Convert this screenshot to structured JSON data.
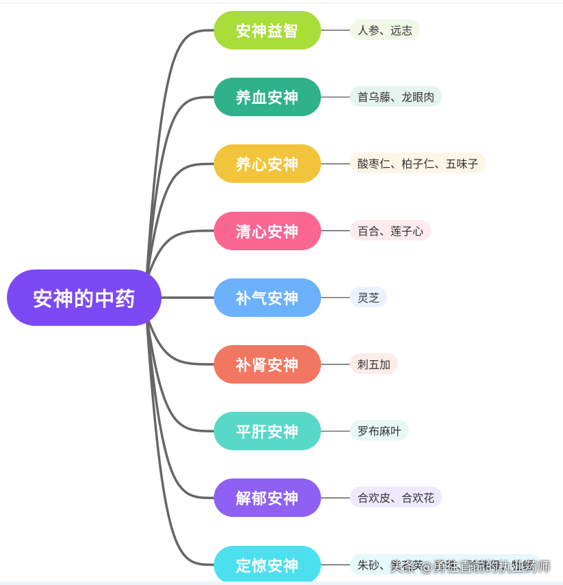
{
  "root": {
    "label": "安神的中药",
    "color": "#7c49f5"
  },
  "branches": [
    {
      "label": "安神益智",
      "color": "#a8dd3a",
      "leaf": "人参、远志",
      "leaf_bg": "#f1f8e6"
    },
    {
      "label": "养血安神",
      "color": "#2fb289",
      "leaf": "首乌藤、龙眼肉",
      "leaf_bg": "#e6f4ef"
    },
    {
      "label": "养心安神",
      "color": "#f2c43b",
      "leaf": "酸枣仁、柏子仁、五味子",
      "leaf_bg": "#fdf5e6"
    },
    {
      "label": "清心安神",
      "color": "#fb6692",
      "leaf": "百合、莲子心",
      "leaf_bg": "#fdebee"
    },
    {
      "label": "补气安神",
      "color": "#6bb1fb",
      "leaf": "灵芝",
      "leaf_bg": "#eaf3fd"
    },
    {
      "label": "补肾安神",
      "color": "#f27761",
      "leaf": "刺五加",
      "leaf_bg": "#fdece8"
    },
    {
      "label": "平肝安神",
      "color": "#58d8c8",
      "leaf": "罗布麻叶",
      "leaf_bg": "#e8f8f5"
    },
    {
      "label": "解郁安神",
      "color": "#8e61f2",
      "leaf": "合欢皮、合欢花",
      "leaf_bg": "#eee9fd"
    },
    {
      "label": "定惊安神",
      "color": "#4ce0ee",
      "leaf": "朱砂、紫石英、珍珠、珍珠母、牡蛎",
      "leaf_bg": "#e6f8fb"
    }
  ],
  "watermark": "头条 @勇往直前的执业药师"
}
